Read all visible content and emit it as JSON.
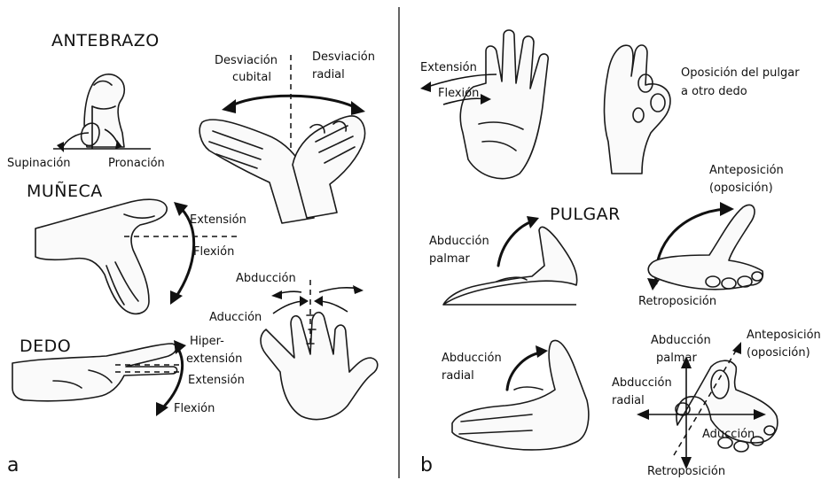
{
  "panel_a": {
    "letter": "a",
    "forearm": {
      "title": "ANTEBRAZO",
      "supination": "Supinación",
      "pronation": "Pronación"
    },
    "deviation": {
      "ulnar_line1": "Desviación",
      "ulnar_line2": "cubital",
      "radial_line1": "Desviación",
      "radial_line2": "radial"
    },
    "wrist": {
      "title": "MUÑECA",
      "extension": "Extensión",
      "flexion": "Flexión"
    },
    "fingers_spread": {
      "abduction": "Abducción",
      "adduction": "Aducción"
    },
    "finger": {
      "title": "DEDO",
      "hyper_line1": "Hiper-",
      "hyper_line2": "extensión",
      "extension": "Extensión",
      "flexion": "Flexión"
    }
  },
  "panel_b": {
    "letter": "b",
    "hand_open": {
      "extension": "Extensión",
      "flexion": "Flexión"
    },
    "opposition": {
      "line1": "Oposición del pulgar",
      "line2": "a otro dedo"
    },
    "thumb": {
      "title": "PULGAR",
      "palmar_abd_line1": "Abducción",
      "palmar_abd_line2": "palmar",
      "antepos_line1": "Anteposición",
      "antepos_line2": "(oposición)",
      "retroposition": "Retroposición"
    },
    "radial_hand": {
      "line1": "Abducción",
      "line2": "radial"
    },
    "compass": {
      "palmar_line1": "Abducción",
      "palmar_line2": "palmar",
      "radial_line1": "Abducción",
      "radial_line2": "radial",
      "antepos_line1": "Anteposición",
      "antepos_line2": "(oposición)",
      "adduction": "Aducción",
      "retroposition": "Retroposición"
    }
  }
}
